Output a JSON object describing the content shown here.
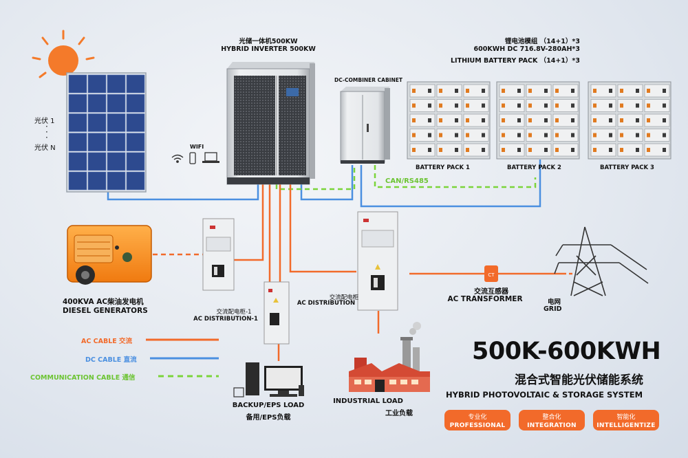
{
  "panels": {
    "label_top": "光伏 1",
    "label_bottom": "光伏 N"
  },
  "wifi": {
    "label": "WIFI"
  },
  "inverter": {
    "label_cn": "光储一体机500KW",
    "label_en": "HYBRID INVERTER 500KW"
  },
  "combiner": {
    "label": "DC-COMBINER CABINET"
  },
  "battery": {
    "spec_line1": "锂电池模组  （14+1）*3",
    "spec_line2": "600KWH  DC 716.8V-280AH*3",
    "spec_line3": "LITHIUM BATTERY PACK （14+1）*3",
    "packs": [
      "BATTERY PACK 1",
      "BATTERY PACK 2",
      "BATTERY PACK 3"
    ]
  },
  "can_label": "CAN/RS485",
  "generator": {
    "label_cn": "400KVA  AC柴油发电机",
    "label_en": "DIESEL GENERATORS"
  },
  "ac_dist_1": {
    "label_cn": "交流配电柜-1",
    "label_en": "AC DISTRIBUTION-1"
  },
  "ac_dist": {
    "label_cn": "交流配电柜",
    "label_en": "AC DISTRIBUTION"
  },
  "transformer": {
    "label_cn": "交流互感器",
    "label_en": "AC TRANSFORMER",
    "ct_text": "CT"
  },
  "grid": {
    "label_cn": "电网",
    "label_en": "GRID"
  },
  "legend": {
    "ac": {
      "label": "AC CABLE 交流",
      "color": "#f26a2a"
    },
    "dc": {
      "label": "DC CABLE 直流",
      "color": "#4a8fe0"
    },
    "comm": {
      "label": "COMMUNICATION CABLE 通信",
      "color": "#7bd43a"
    }
  },
  "backup_load": {
    "label_en": "BACKUP/EPS LOAD",
    "label_cn": "备用/EPS负载"
  },
  "industrial_load": {
    "label_en": "INDUSTRIAL LOAD",
    "label_cn": "工业负载"
  },
  "headline": {
    "title": "500K-600KWH",
    "subtitle_cn": "混合式智能光伏储能系统",
    "subtitle_en": "HYBRID PHOTOVOLTAIC & STORAGE SYSTEM"
  },
  "badges": [
    {
      "cn": "专业化",
      "en": "PROFESSIONAL"
    },
    {
      "cn": "整合化",
      "en": "INTEGRATION"
    },
    {
      "cn": "智能化",
      "en": "INTELLIGENTIZE"
    }
  ],
  "colors": {
    "ac": "#f26a2a",
    "dc": "#4a8fe0",
    "comm": "#7bd43a",
    "accent": "#f26a2a"
  }
}
